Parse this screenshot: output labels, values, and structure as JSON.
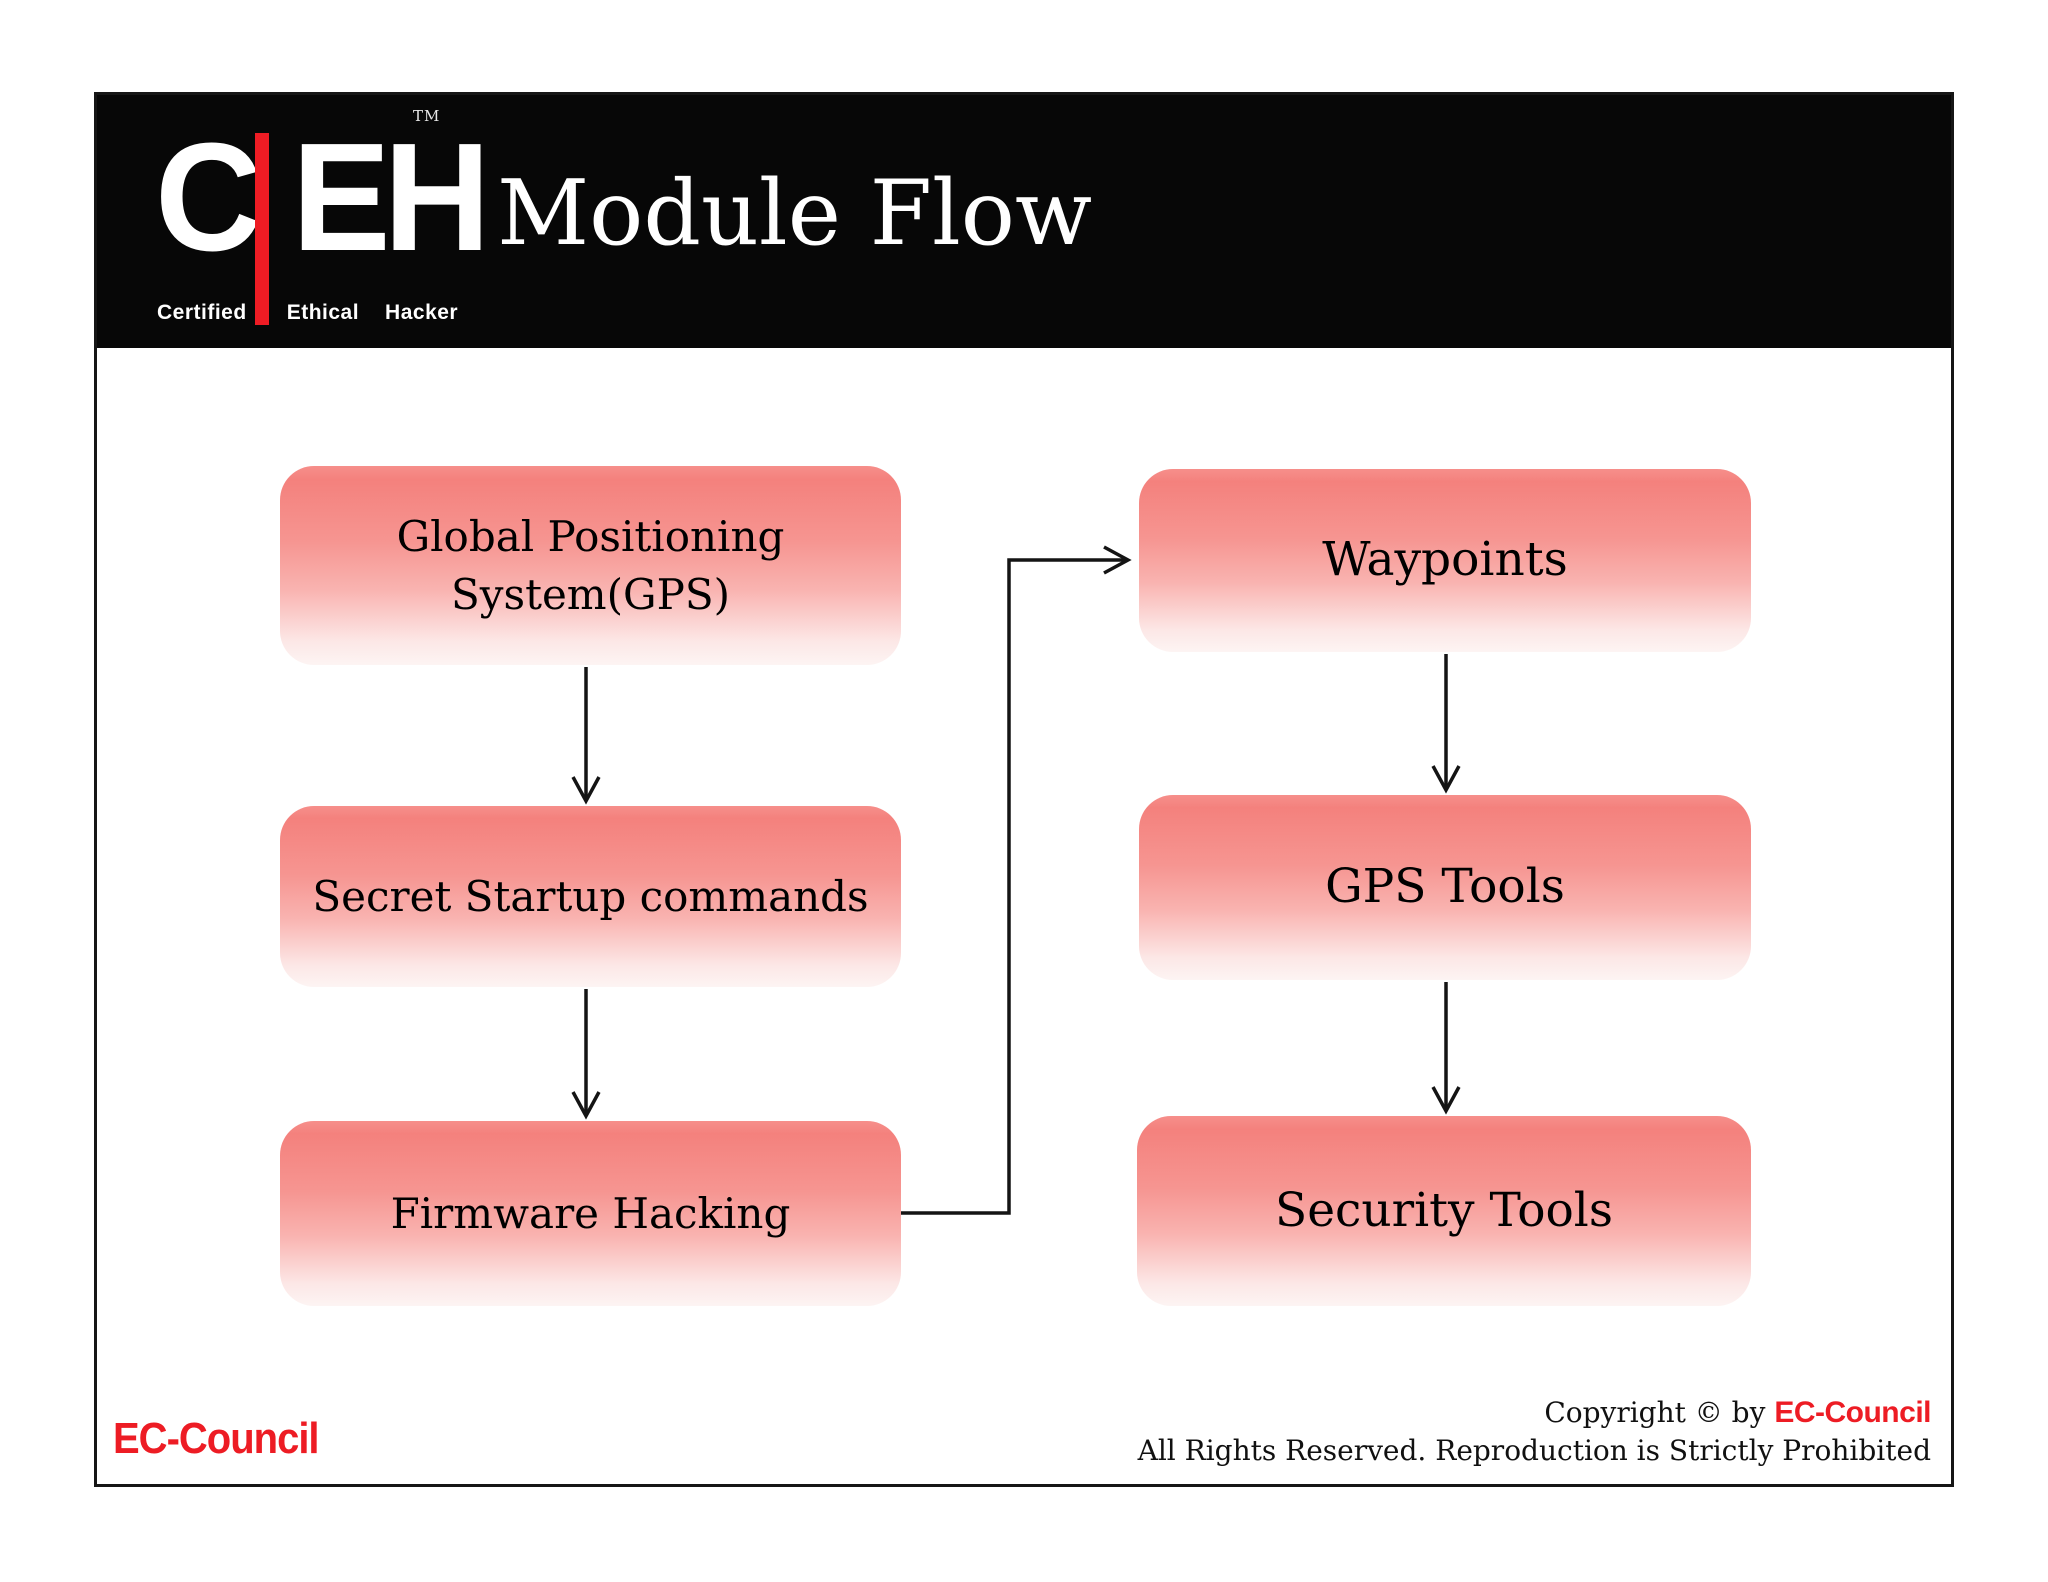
{
  "slide": {
    "header": {
      "title": "Module Flow",
      "logo": {
        "letter_c": "C",
        "letters_eh": "EH",
        "trademark": "TM",
        "word_certified": "Certified",
        "word_ethical": "Ethical",
        "word_hacker": "Hacker"
      }
    },
    "diagram": {
      "nodes": [
        {
          "id": "gps",
          "label": "Global Positioning System(GPS)"
        },
        {
          "id": "secret-startup",
          "label": "Secret Startup commands"
        },
        {
          "id": "firmware-hacking",
          "label": "Firmware Hacking"
        },
        {
          "id": "waypoints",
          "label": "Waypoints"
        },
        {
          "id": "gps-tools",
          "label": "GPS Tools"
        },
        {
          "id": "security-tools",
          "label": "Security Tools"
        }
      ],
      "edges": [
        {
          "from": "gps",
          "to": "secret-startup"
        },
        {
          "from": "secret-startup",
          "to": "firmware-hacking"
        },
        {
          "from": "firmware-hacking",
          "to": "waypoints"
        },
        {
          "from": "waypoints",
          "to": "gps-tools"
        },
        {
          "from": "gps-tools",
          "to": "security-tools"
        }
      ]
    },
    "footer": {
      "brand": "EC-Council",
      "copyright_prefix": "Copyright © by ",
      "copyright_brand": "EC-Council",
      "rights": "All Rights Reserved. Reproduction is Strictly Prohibited"
    },
    "colors": {
      "header_bg": "#070707",
      "accent_red": "#ee1c24",
      "brand_red": "#ed1c24",
      "box_gradient_top": "#f4817d",
      "box_gradient_bottom": "#fdf4f3",
      "arrow": "#141414",
      "box_text": "#000000",
      "title_text": "#ffffff"
    }
  }
}
